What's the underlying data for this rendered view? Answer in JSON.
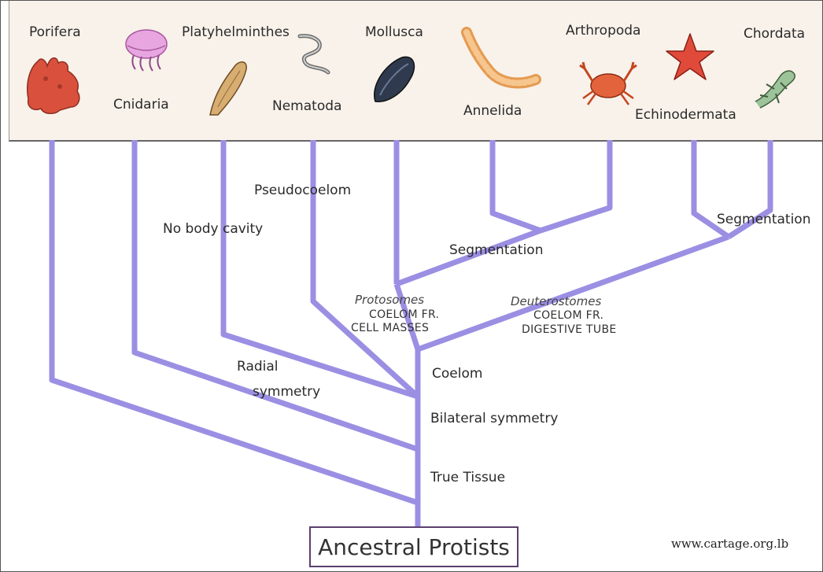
{
  "phyla": {
    "porifera": "Porifera",
    "cnidaria": "Cnidaria",
    "platyhelminthes": "Platyhelminthes",
    "nematoda": "Nematoda",
    "mollusca": "Mollusca",
    "annelida": "Annelida",
    "arthropoda": "Arthropoda",
    "echinodermata": "Echinodermata",
    "chordata": "Chordata"
  },
  "traits": {
    "pseudocoelom": "Pseudocoelom",
    "no_body_cavity": "No body cavity",
    "segmentation_protostome": "Segmentation",
    "segmentation_deuterostome": "Segmentation",
    "coelom": "Coelom",
    "radial_symmetry_line1": "Radial",
    "radial_symmetry_line2": "symmetry",
    "bilateral_symmetry": "Bilateral symmetry",
    "true_tissue": "True Tissue"
  },
  "groups": {
    "protostomes_title": "Protosomes",
    "protostomes_line1": "COELOM FR.",
    "protostomes_line2": "CELL MASSES",
    "deuterostomes_title": "Deuterostomes",
    "deuterostomes_line1": "COELOM FR.",
    "deuterostomes_line2": "DIGESTIVE TUBE"
  },
  "root": "Ancestral Protists",
  "watermark": "www.cartage.org.lb",
  "colors": {
    "branch": "#9b8fe3",
    "header_band": "#f8f2ea",
    "sponge": "#d9513d",
    "jellyfish": "#d98bd0",
    "flatworm": "#c99a5a",
    "nematode": "#8a8a8a",
    "mussel": "#2f3a4f",
    "annelid": "#f0b36b",
    "crab": "#e3643c",
    "starfish": "#e04a3a",
    "lizard": "#6f9a6a"
  },
  "icons": [
    "sponge-icon",
    "jellyfish-icon",
    "flatworm-icon",
    "roundworm-icon",
    "mussel-icon",
    "segmented-worm-icon",
    "crab-icon",
    "starfish-icon",
    "lizard-icon"
  ]
}
